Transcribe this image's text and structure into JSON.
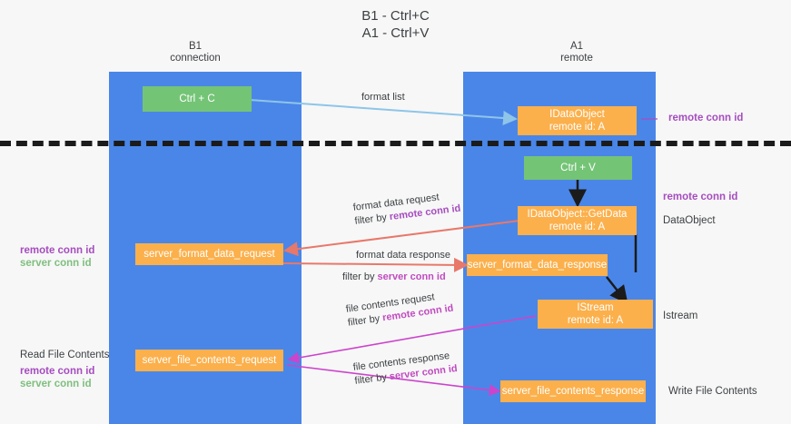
{
  "title": {
    "line1": "B1 - Ctrl+C",
    "line2": "A1 - Ctrl+V"
  },
  "lanes": [
    {
      "name": "B1",
      "role": "connection"
    },
    {
      "name": "A1",
      "role": "remote"
    }
  ],
  "boxes": {
    "ctrl_c": "Ctrl + C",
    "data_object_remote": {
      "line1": "IDataObject",
      "line2": "remote id: A"
    },
    "ctrl_v": "Ctrl + V",
    "get_data": {
      "line1": "IDataObject::GetData",
      "line2": "remote id: A"
    },
    "server_format_data_request": "server_format_data_request",
    "server_format_data_response": "server_format_data_response",
    "istream": {
      "line1": "IStream",
      "line2": "remote id: A"
    },
    "server_file_contents_request": "server_file_contents_request",
    "server_file_contents_response": "server_file_contents_response"
  },
  "arrow_labels": {
    "format_list": "format list",
    "format_data_request": "format data request",
    "format_data_request_filter_prefix": "filter by ",
    "format_data_request_filter_tag": "remote conn id",
    "format_data_response": "format data response",
    "format_data_response_filter_prefix": "filter by ",
    "format_data_response_filter_tag": "server conn id",
    "file_contents_request": "file contents request",
    "file_contents_request_filter_prefix": "filter by ",
    "file_contents_request_filter_tag": "remote conn id",
    "file_contents_response": "file contents response",
    "file_contents_response_filter_prefix": "filter by ",
    "file_contents_response_filter_tag": "server conn id"
  },
  "annotations": {
    "right_remote_conn_id_top": "remote conn id",
    "right_remote_conn_id_mid": "remote conn id",
    "right_data_object": "DataObject",
    "right_istream": "Istream",
    "right_write_file_contents": "Write File Contents",
    "left_remote_conn_id_mid": "remote conn id",
    "left_server_conn_id_mid": "server conn id",
    "left_read_file_contents": "Read File Contents",
    "left_remote_conn_id_bottom": "remote conn id",
    "left_server_conn_id_bottom": "server conn id"
  },
  "colors": {
    "lane": "#4a86e8",
    "green_box": "#74c476",
    "orange_box": "#fbb04c",
    "remote_tag": "#a64dbf",
    "server_tag": "#7fbf7f",
    "arrow_blue": "#8ec5e8",
    "arrow_red": "#e8786a",
    "arrow_magenta": "#cc44cc",
    "arrow_black": "#1b1b1b",
    "divider": "#1b1b1b"
  }
}
